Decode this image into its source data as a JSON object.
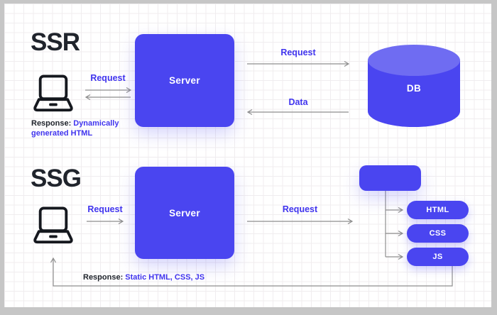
{
  "colors": {
    "accent": "#4a45f0",
    "accent-light": "#6f6cf2",
    "label-blue": "#4034ee",
    "arrow-gray": "#8e8e8e",
    "ink": "#20242c",
    "frame-gray": "#c6c6c6",
    "grid-line": "#f0edef"
  },
  "ssr": {
    "title": "SSR",
    "client_icon": "laptop-icon",
    "request_label": "Request",
    "server_label": "Server",
    "db_request_label": "Request",
    "db_data_label": "Data",
    "db_label": "DB",
    "response_prefix": "Response:",
    "response_text": "Dynamically generated HTML"
  },
  "ssg": {
    "title": "SSG",
    "client_icon": "laptop-icon",
    "request_label": "Request",
    "server_label": "Server",
    "server_request_label": "Request",
    "files": [
      "HTML",
      "CSS",
      "JS"
    ],
    "response_prefix": "Response:",
    "response_text": "Static HTML, CSS, JS"
  }
}
